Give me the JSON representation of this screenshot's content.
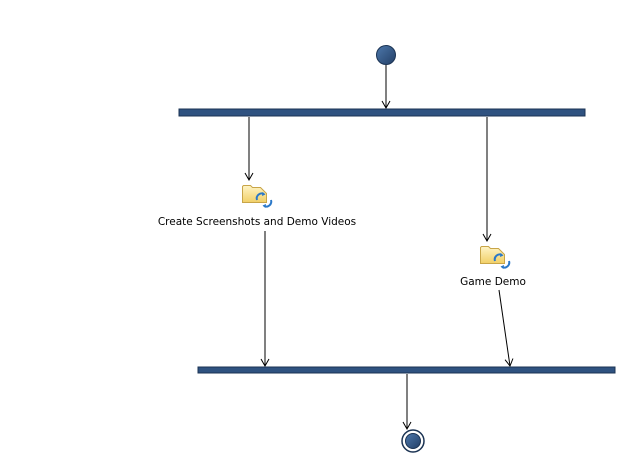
{
  "diagram": {
    "type": "activity",
    "colors": {
      "node_fill": "#2f5280",
      "node_stroke": "#1b3353",
      "line": "#000000",
      "icon_fill": "#f6dc86",
      "icon_arrows": "#2b78c8"
    },
    "nodes": [
      {
        "id": "start",
        "kind": "initial"
      },
      {
        "id": "fork",
        "kind": "fork"
      },
      {
        "id": "create-screenshots",
        "kind": "action",
        "label": "Create Screenshots and Demo Videos",
        "icon": "activity-icon"
      },
      {
        "id": "game-demo",
        "kind": "action",
        "label": "Game Demo",
        "icon": "activity-icon"
      },
      {
        "id": "join",
        "kind": "join"
      },
      {
        "id": "end",
        "kind": "final"
      }
    ],
    "edges": [
      {
        "from": "start",
        "to": "fork"
      },
      {
        "from": "fork",
        "to": "create-screenshots"
      },
      {
        "from": "fork",
        "to": "game-demo"
      },
      {
        "from": "create-screenshots",
        "to": "join"
      },
      {
        "from": "game-demo",
        "to": "join"
      },
      {
        "from": "join",
        "to": "end"
      }
    ]
  }
}
